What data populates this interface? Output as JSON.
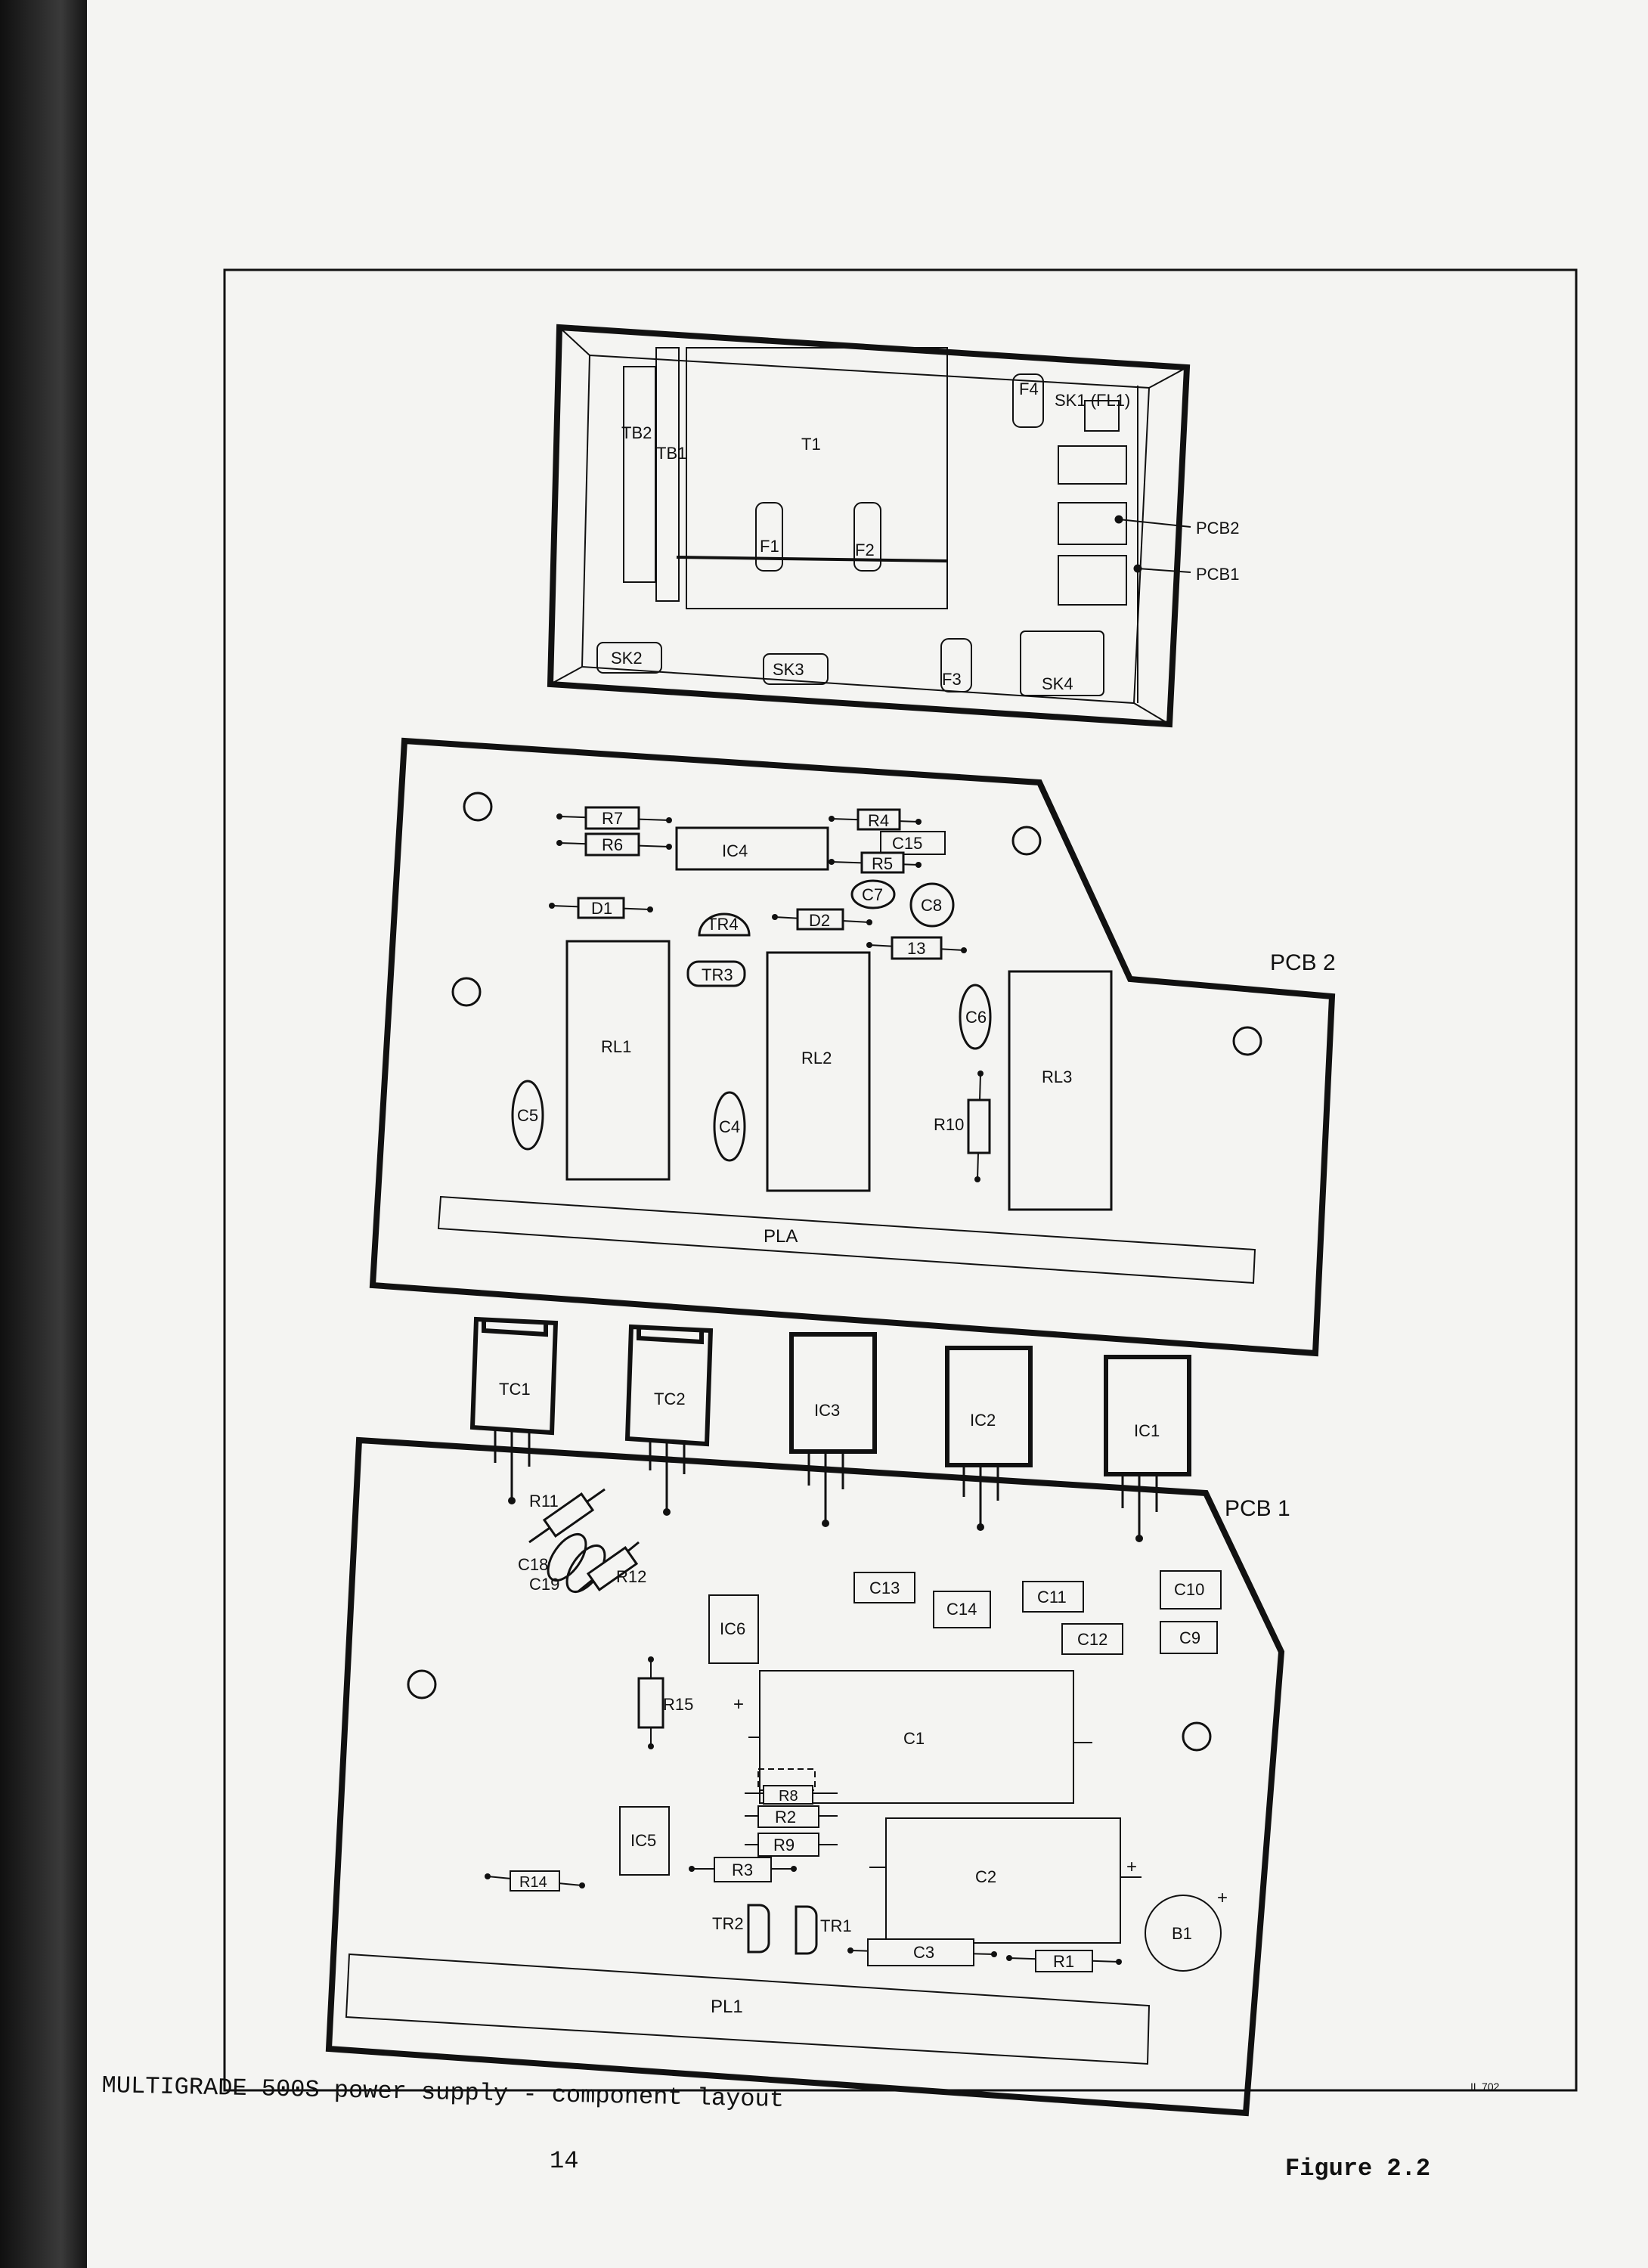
{
  "caption": "MULTIGRADE 500S power supply - component layout",
  "page_number": "14",
  "figure_label": "Figure 2.2",
  "drawing_code": "IL 702",
  "chassis": {
    "labels": {
      "t1": "T1",
      "tb1": "TB1",
      "tb2": "TB2",
      "f1": "F1",
      "f2": "F2",
      "f3": "F3",
      "f4": "F4",
      "sk1": "SK1 (FL1)",
      "sk2": "SK2",
      "sk3": "SK3",
      "sk4": "SK4",
      "pcb2": "PCB2",
      "pcb1": "PCB1"
    }
  },
  "pcb2": {
    "title": "PCB 2",
    "labels": {
      "r7": "R7",
      "r6": "R6",
      "r4": "R4",
      "r5": "R5",
      "ic4": "IC4",
      "c15": "C15",
      "c7": "C7",
      "c8": "C8",
      "d1": "D1",
      "d2": "D2",
      "tr4": "TR4",
      "tr3": "TR3",
      "r13": "13",
      "c6": "C6",
      "rl1": "RL1",
      "rl2": "RL2",
      "rl3": "RL3",
      "c5": "C5",
      "c4": "C4",
      "r10": "R10",
      "pla": "PLA"
    }
  },
  "pcb1": {
    "title": "PCB 1",
    "labels": {
      "tc1": "TC1",
      "tc2": "TC2",
      "ic3": "IC3",
      "ic2": "IC2",
      "ic1": "IC1",
      "r11": "R11",
      "c18": "C18",
      "c19": "C19",
      "r12": "R12",
      "c13": "C13",
      "c14": "C14",
      "c11": "C11",
      "c12": "C12",
      "c10": "C10",
      "c9": "C9",
      "ic6": "IC6",
      "r15": "R15",
      "c1": "C1",
      "r8": "R8",
      "r2": "R2",
      "r9": "R9",
      "ic5": "IC5",
      "r3": "R3",
      "r14": "R14",
      "c2": "C2",
      "tr2": "TR2",
      "tr1": "TR1",
      "c3": "C3",
      "r1": "R1",
      "b1": "B1",
      "pl1": "PL1",
      "plus": "+"
    }
  }
}
